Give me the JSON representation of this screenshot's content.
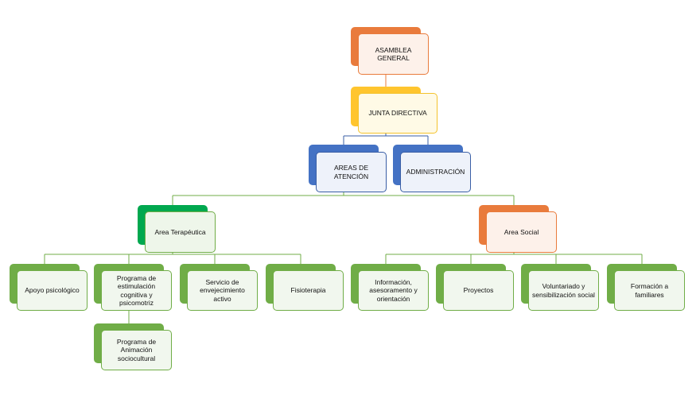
{
  "nodes": {
    "asamblea": {
      "text": "ASAMBLEA GENERAL",
      "tab_color": "#E97B3C",
      "border_color": "#E97B3C",
      "fill_color": "#FDF1EA"
    },
    "junta": {
      "text": "JUNTA DIRECTIVA",
      "tab_color": "#FFC52E",
      "border_color": "#F4C32D",
      "fill_color": "#FFFAE6"
    },
    "areas_atencion": {
      "text": "AREAS DE ATENCIÓN",
      "tab_color": "#4472C4",
      "border_color": "#3A5FA6",
      "fill_color": "#EEF2FA"
    },
    "administracion": {
      "text": "ADMINISTRACIÓN",
      "tab_color": "#4472C4",
      "border_color": "#3A5FA6",
      "fill_color": "#EEF2FA"
    },
    "area_terapeutica": {
      "text": "Area Terapéutica",
      "tab_color": "#00A84F",
      "border_color": "#70AD47",
      "fill_color": "#EEF6EA"
    },
    "area_social": {
      "text": "Area Social",
      "tab_color": "#E97B3C",
      "border_color": "#E97B3C",
      "fill_color": "#FDF1EA"
    },
    "apoyo": {
      "text": "Apoyo psicológico",
      "tab_color": "#70AD47",
      "border_color": "#70AD47",
      "fill_color": "#F1F7EE"
    },
    "estimulacion": {
      "text": "Programa de estimulación cognitiva y psicomotriz",
      "tab_color": "#70AD47",
      "border_color": "#70AD47",
      "fill_color": "#F1F7EE"
    },
    "envejecimiento": {
      "text": "Servicio de envejecimiento activo",
      "tab_color": "#70AD47",
      "border_color": "#70AD47",
      "fill_color": "#F1F7EE"
    },
    "fisioterapia": {
      "text": "Fisioterapia",
      "tab_color": "#70AD47",
      "border_color": "#70AD47",
      "fill_color": "#F1F7EE"
    },
    "animacion": {
      "text": "Programa de Animación sociocultural",
      "tab_color": "#70AD47",
      "border_color": "#70AD47",
      "fill_color": "#F1F7EE"
    },
    "informacion": {
      "text": "Información, asesoramento y orientación",
      "tab_color": "#70AD47",
      "border_color": "#70AD47",
      "fill_color": "#F1F7EE"
    },
    "proyectos": {
      "text": "Proyectos",
      "tab_color": "#70AD47",
      "border_color": "#70AD47",
      "fill_color": "#F1F7EE"
    },
    "voluntariado": {
      "text": "Voluntariado y sensibilización social",
      "tab_color": "#70AD47",
      "border_color": "#70AD47",
      "fill_color": "#F1F7EE"
    },
    "formacion": {
      "text": "Formación a familiares",
      "tab_color": "#70AD47",
      "border_color": "#70AD47",
      "fill_color": "#F1F7EE"
    }
  },
  "edges": [
    [
      "asamblea",
      "junta"
    ],
    [
      "junta",
      "areas_atencion"
    ],
    [
      "junta",
      "administracion"
    ],
    [
      "areas_atencion",
      "area_terapeutica"
    ],
    [
      "areas_atencion",
      "area_social"
    ],
    [
      "area_terapeutica",
      "apoyo"
    ],
    [
      "area_terapeutica",
      "estimulacion"
    ],
    [
      "area_terapeutica",
      "envejecimiento"
    ],
    [
      "area_terapeutica",
      "fisioterapia"
    ],
    [
      "estimulacion",
      "animacion"
    ],
    [
      "area_social",
      "informacion"
    ],
    [
      "area_social",
      "proyectos"
    ],
    [
      "area_social",
      "voluntariado"
    ],
    [
      "area_social",
      "formacion"
    ]
  ],
  "connector_colors": {
    "asamblea": "#E97B3C",
    "junta": "#3A5FA6",
    "areas_atencion": "#70AD47",
    "area_terapeutica": "#70AD47",
    "estimulacion": "#70AD47",
    "area_social": "#70AD47"
  }
}
